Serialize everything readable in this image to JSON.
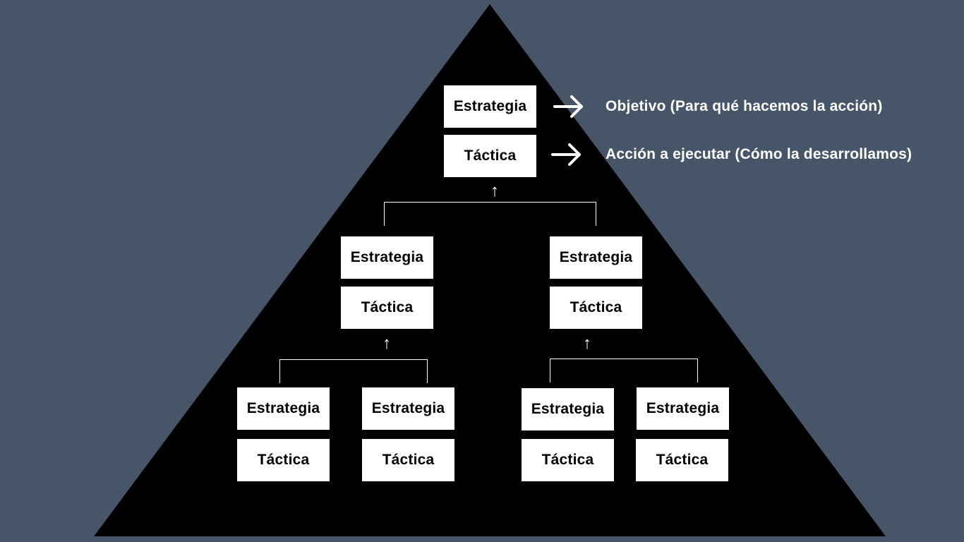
{
  "colors": {
    "background": "#475569",
    "pyramid": "#000000",
    "box": "#ffffff",
    "text_on_box": "#000000",
    "annotation_text": "#ffffff"
  },
  "top": {
    "estrategia": "Estrategia",
    "tactica": "Táctica"
  },
  "annotations": {
    "objetivo": "Objetivo (Para qué hacemos la acción)",
    "accion": "Acción a ejecutar (Cómo la desarrollamos)"
  },
  "middle": [
    {
      "estrategia": "Estrategia",
      "tactica": "Táctica"
    },
    {
      "estrategia": "Estrategia",
      "tactica": "Táctica"
    }
  ],
  "bottom": [
    {
      "estrategia": "Estrategia",
      "tactica": "Táctica"
    },
    {
      "estrategia": "Estrategia",
      "tactica": "Táctica"
    },
    {
      "estrategia": "Estrategia",
      "tactica": "Táctica"
    },
    {
      "estrategia": "Estrategia",
      "tactica": "Táctica"
    }
  ],
  "icons": {
    "right_arrow": "arrow-right-icon",
    "up_arrow": "arrow-up-icon"
  }
}
